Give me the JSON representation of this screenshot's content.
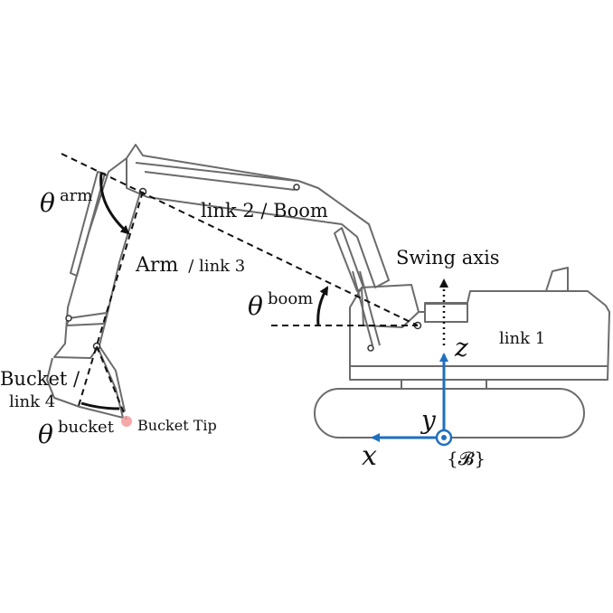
{
  "labels": {
    "link2_boom": "link 2 / Boom",
    "arm_word": "Arm",
    "arm_link": "/ link 3",
    "swing_axis": "Swing axis",
    "link1": "link 1",
    "bucket_line1": "Bucket /",
    "bucket_line2": "link 4",
    "bucket_tip": "Bucket Tip"
  },
  "angles": {
    "theta_symbol": "θ",
    "arm_sup": "arm",
    "boom_sup": "boom",
    "bucket_sup": "bucket"
  },
  "frame": {
    "x_axis": "x",
    "y_axis": "y",
    "z_axis": "z",
    "base_frame": "{𝓑}"
  },
  "colors": {
    "axis_blue": "#1f6fbf",
    "tip_marker": "#f2a0a0",
    "machine_outline": "#6b6b6b",
    "dashed_lines": "#111111"
  }
}
